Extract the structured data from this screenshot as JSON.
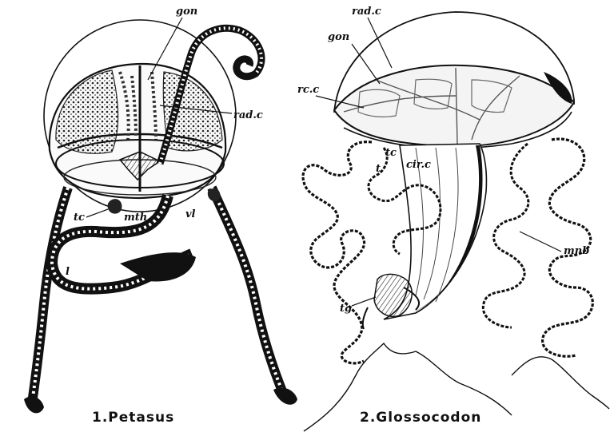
{
  "figure_1": {
    "caption": "1.Petasus",
    "labels": {
      "gon": "gon",
      "rado": "rad.c",
      "tc": "tc",
      "mth": "mth",
      "vl": "vl",
      "l": "l"
    }
  },
  "figure_2": {
    "caption": "2.Glossocodon",
    "labels": {
      "rado": "rad.c",
      "gon": "gon",
      "rcc": "rc.c",
      "tc": "tc",
      "t": "t",
      "circ": "cir.c",
      "mnb": "mnb",
      "tg": "tg"
    }
  },
  "colors": {
    "ink": "#111111",
    "paper": "#ffffff",
    "shade": "#555555"
  }
}
